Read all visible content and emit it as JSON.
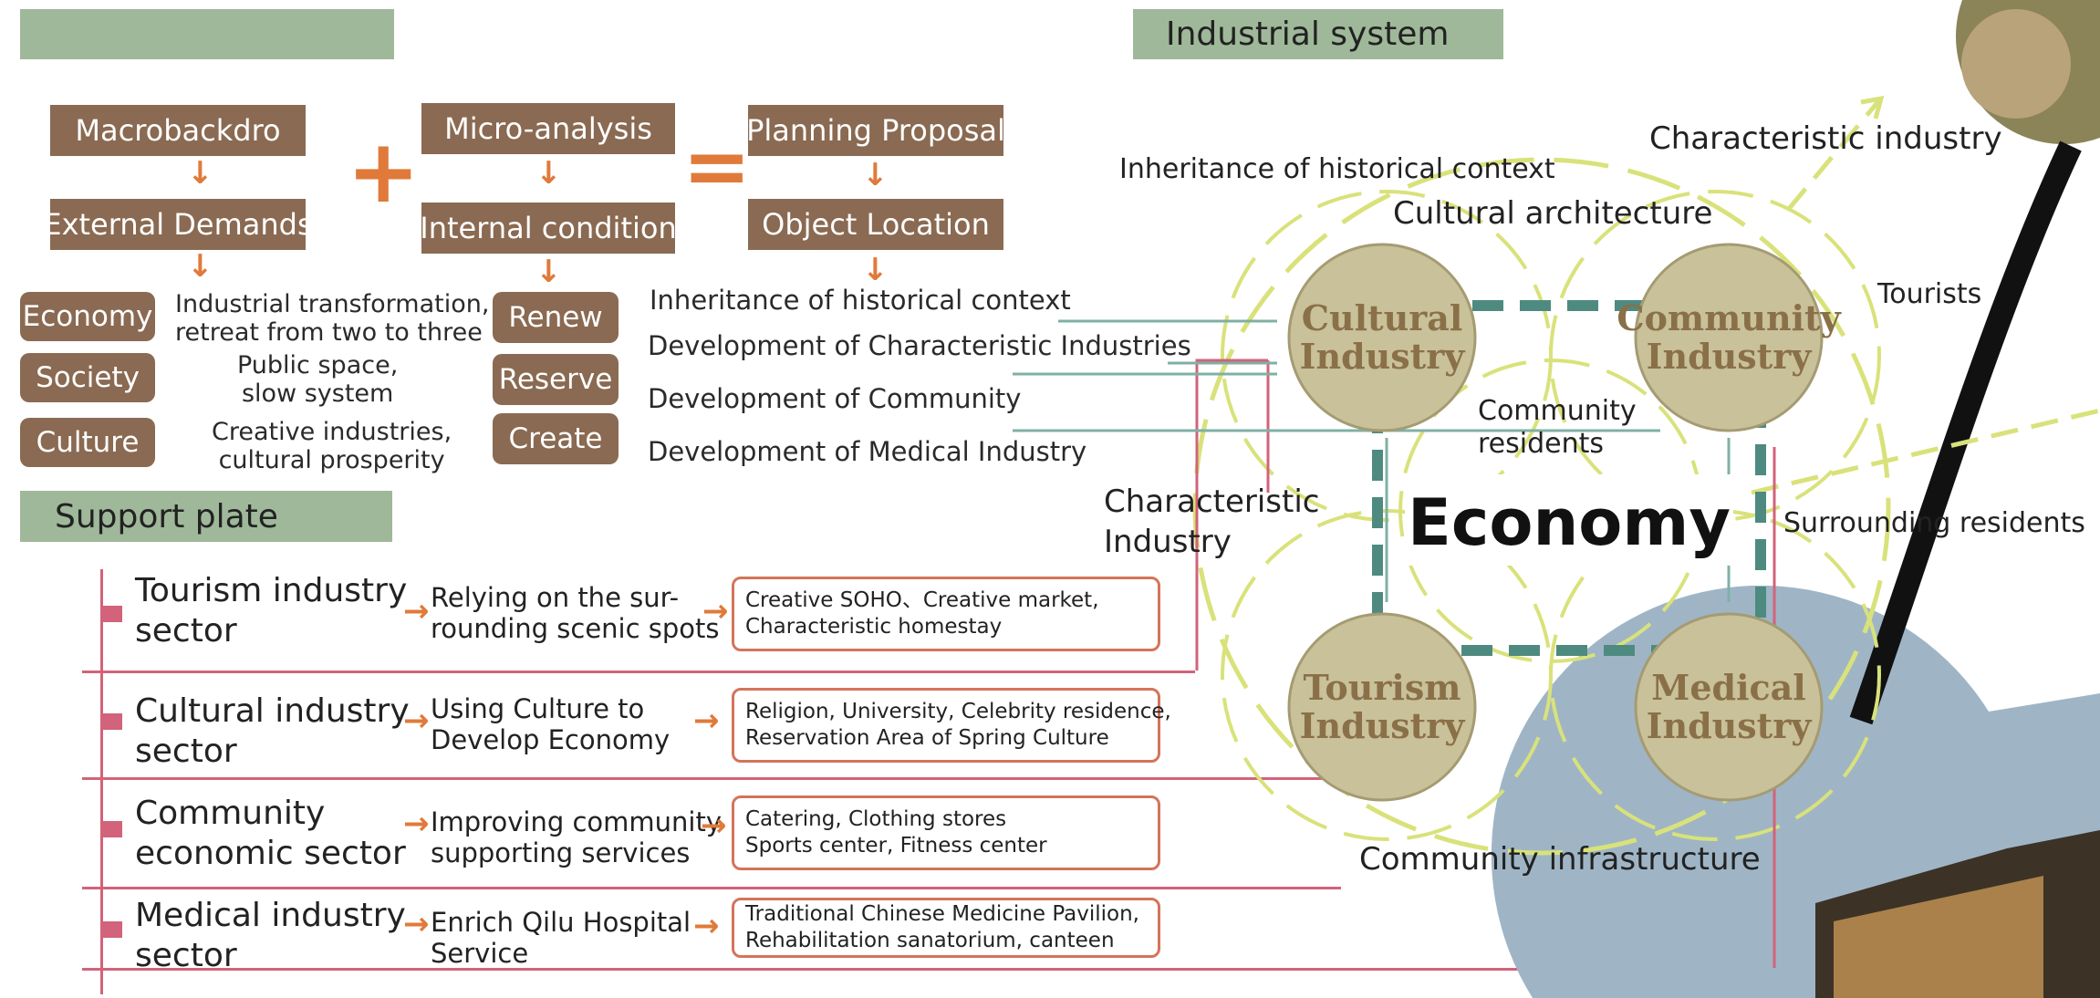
{
  "headers": {
    "left_banner": "",
    "industrial_system": "Industrial system",
    "support_plate": "Support plate"
  },
  "flow": {
    "macro": "Macrobackdro",
    "external": "External Demands",
    "micro": "Micro-analysis",
    "internal": "Internal condition",
    "planning": "Planning Proposal",
    "object": "Object Location",
    "plus": "+",
    "equals": "=",
    "arrow": "↓"
  },
  "demands": [
    {
      "pill": "Economy",
      "text": "Industrial transformation,\nretreat from two to three"
    },
    {
      "pill": "Society",
      "text": "Public space,\nslow system"
    },
    {
      "pill": "Culture",
      "text": "Creative industries,\ncultural prosperity"
    }
  ],
  "conditions": [
    "Renew",
    "Reserve",
    "Create"
  ],
  "objectives": [
    "Inheritance of historical context",
    "Development of Characteristic Industries",
    "Development of Community",
    "Development of Medical Industry"
  ],
  "sectors": [
    {
      "name": "Tourism industry\nsector",
      "method": "Relying on the sur-\nrounding scenic spots",
      "items": "Creative SOHO、Creative market,\nCharacteristic homestay"
    },
    {
      "name": "Cultural industry\nsector",
      "method": "Using Culture to\nDevelop Economy",
      "items": "Religion, University, Celebrity residence,\nReservation Area of Spring Culture"
    },
    {
      "name": "Community\neconomic sector",
      "method": "Improving community\nsupporting services",
      "items": "Catering, Clothing stores\nSports center, Fitness center"
    },
    {
      "name": "Medical industry\nsector",
      "method": "Enrich Qilu Hospital\nService",
      "items": "Traditional Chinese Medicine Pavilion,\nRehabilitation sanatorium, canteen"
    }
  ],
  "system": {
    "cultural": "Cultural\nIndustry",
    "community": "Community\nIndustry",
    "tourism": "Tourism\nIndustry",
    "medical": "Medical\nIndustry",
    "center": "Economy",
    "labels": {
      "characteristic_industry_top": "Characteristic industry",
      "inheritance": "Inheritance of historical context",
      "cultural_architecture": "Cultural architecture",
      "tourists": "Tourists",
      "community_residents": "Community\nresidents",
      "characteristic_industry_left": "Characteristic\nIndustry",
      "surrounding_residents": "Surrounding residents",
      "community_infrastructure": "Community infrastructure"
    }
  },
  "colors": {
    "header_green": "#9fb89a",
    "box_brown": "#8a6a52",
    "arrow_orange": "#e07a3a",
    "line_pink": "#d2637a",
    "circle_fill": "#c9c19a",
    "dashed_teal": "#4e8a80",
    "dashed_yellow": "#d9e27a"
  }
}
